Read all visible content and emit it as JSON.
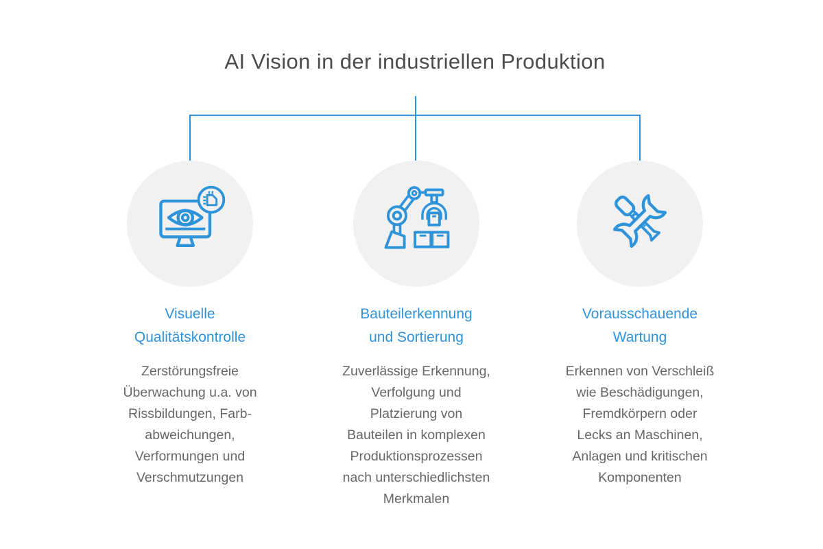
{
  "title": "AI Vision in der industriellen Produktion",
  "colors": {
    "accent": "#2e93d9",
    "circle_bg": "#f1f1f1",
    "title_text": "#4c4c4c",
    "body_text": "#676767",
    "background": "#ffffff"
  },
  "columns": [
    {
      "icon": "monitor-eye-ai-chip-icon",
      "heading": "Visuelle\nQualitätskontrolle",
      "body": "Zerstörungsfreie\nÜberwachung u.a. von\nRissbildungen, Farb-\nabweichungen,\nVerformungen und\nVerschmutzungen"
    },
    {
      "icon": "robot-arm-sorting-icon",
      "heading": "Bauteilerkennung\nund Sortierung",
      "body": "Zuverlässige Erkennung,\nVerfolgung und\nPlatzierung von\nBauteilen in komplexen\nProduktionsprozessen\nnach unterschiedlichsten\nMerkmalen"
    },
    {
      "icon": "crossed-wrench-screwdriver-icon",
      "heading": "Vorausschauende\nWartung",
      "body": "Erkennen von Verschleiß\nwie Beschädigungen,\nFremdkörpern oder\nLecks an Maschinen,\nAnlagen und kritischen\nKomponenten"
    }
  ]
}
